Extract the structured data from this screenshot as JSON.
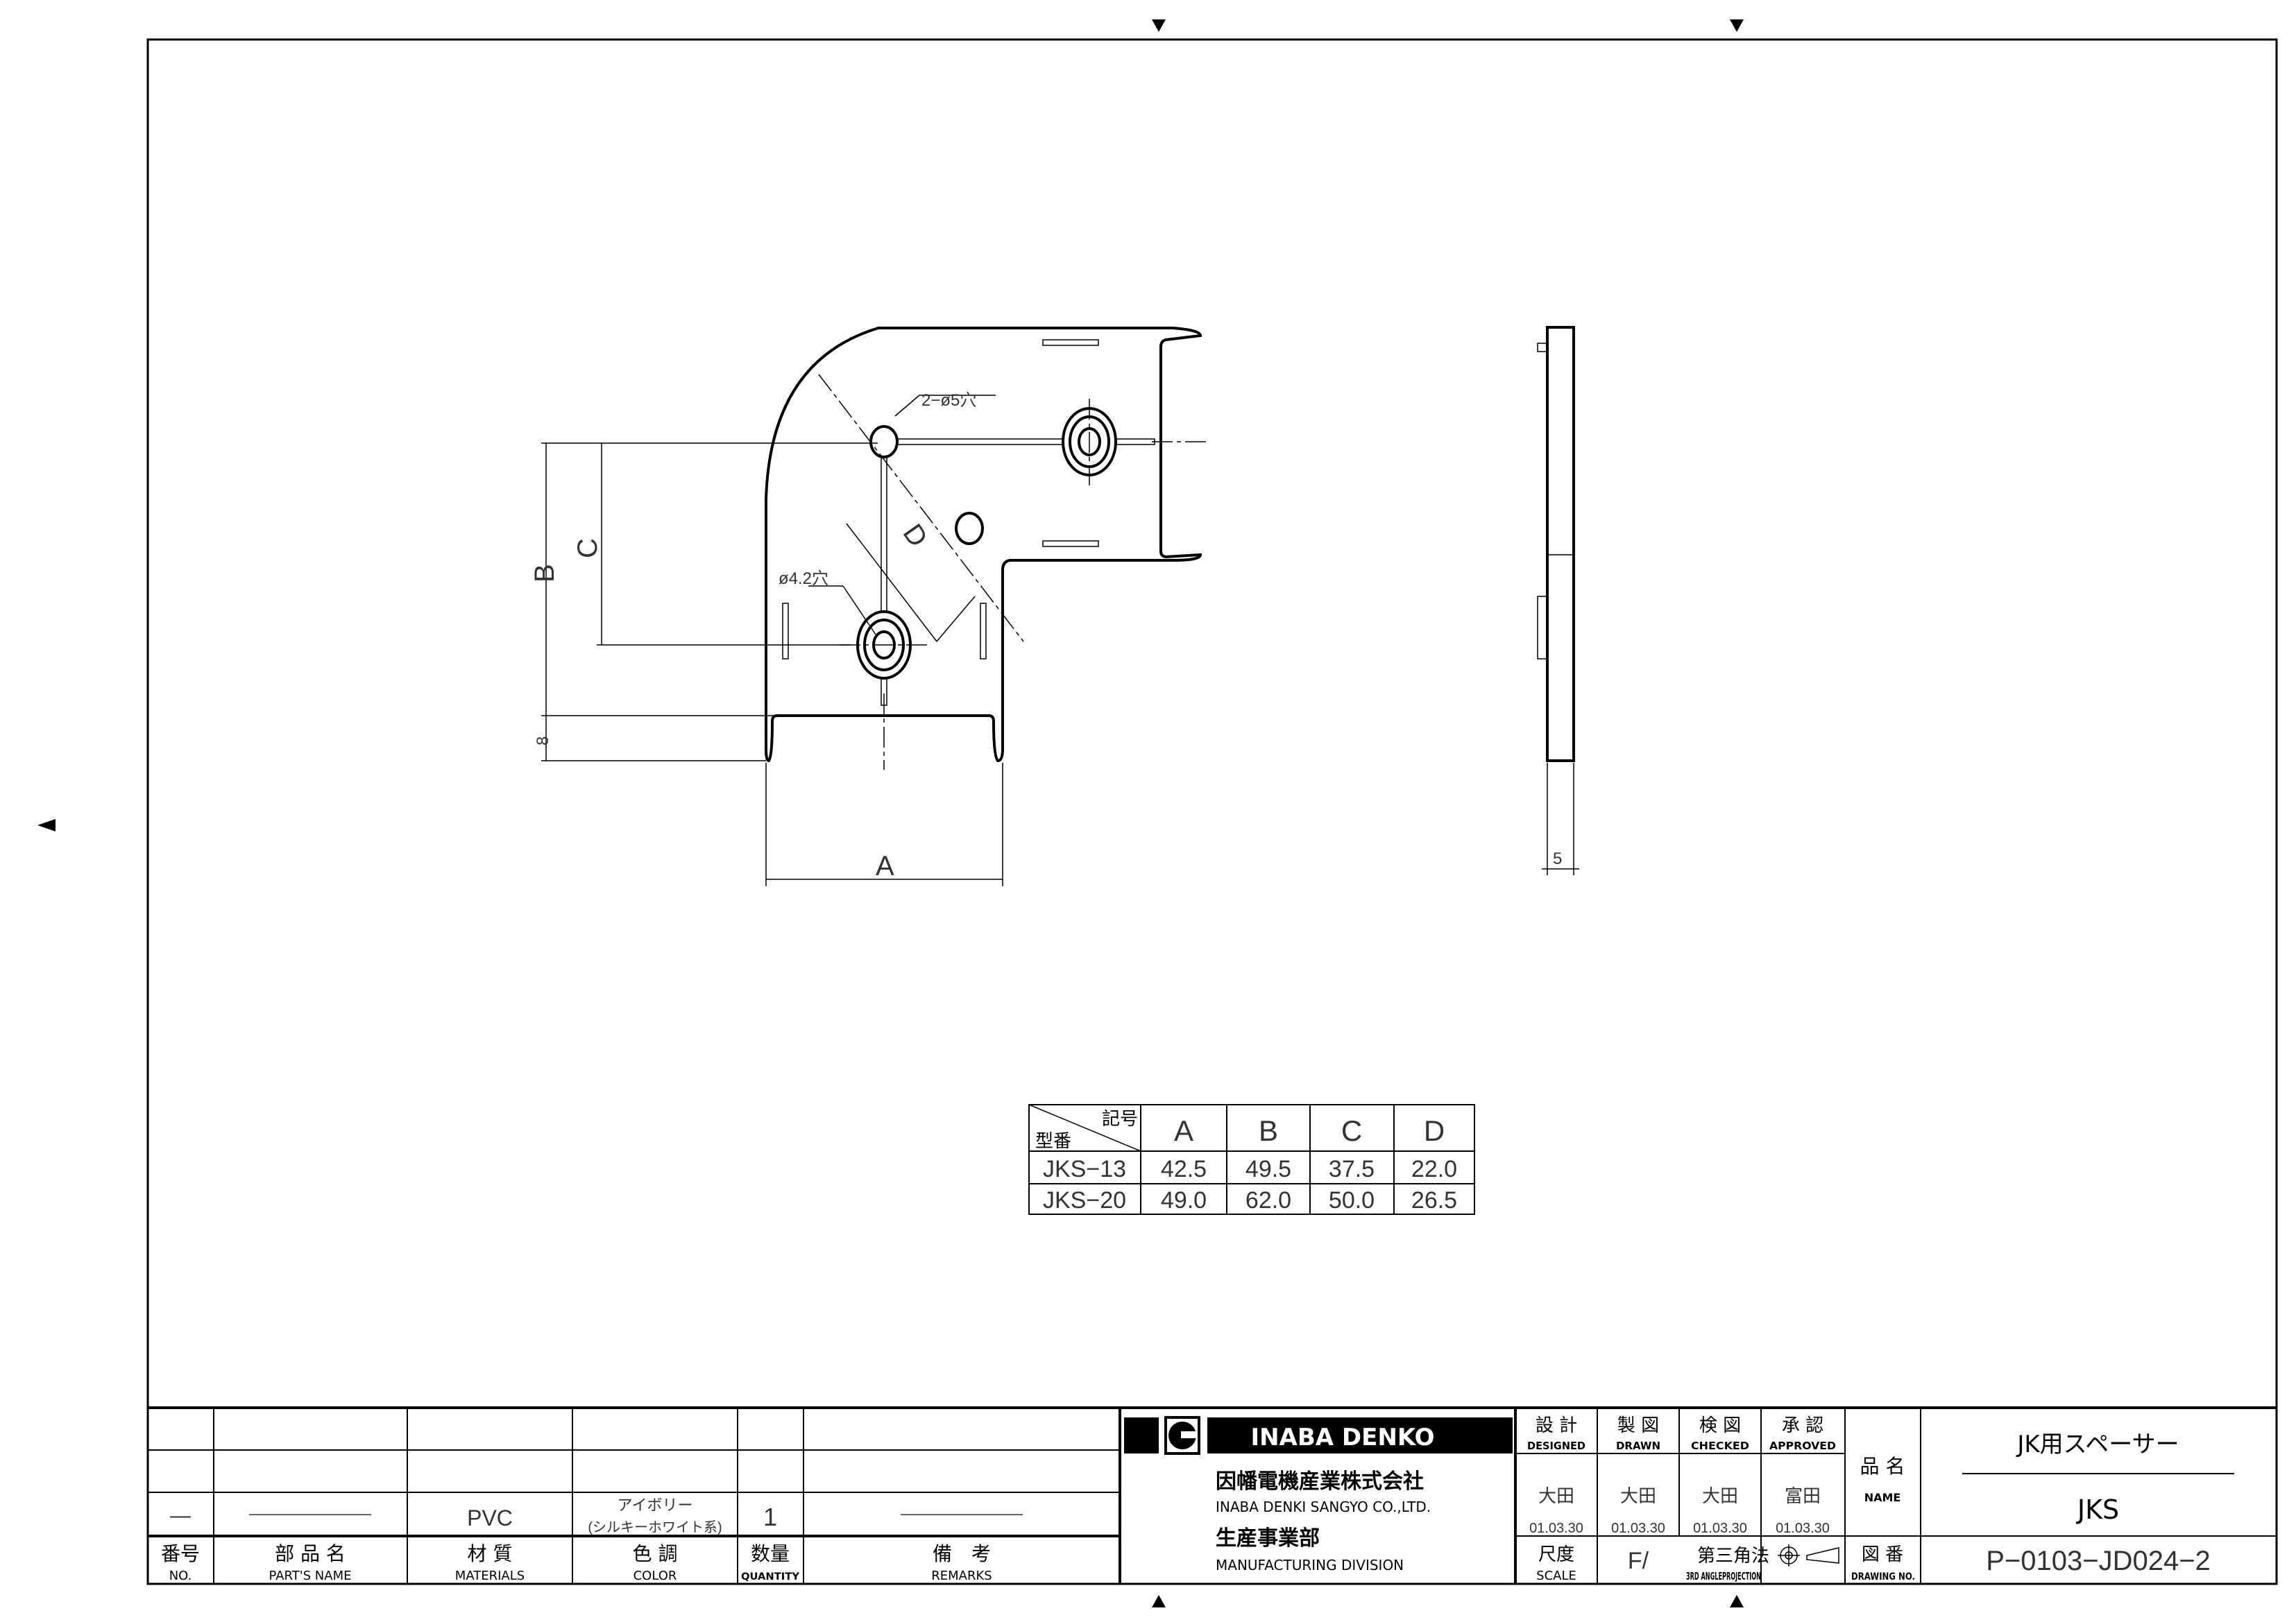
{
  "drawing": {
    "dimension_labels": {
      "A": "A",
      "B": "B",
      "C": "C",
      "D": "D",
      "eight": "8",
      "five": "5"
    },
    "hole_callouts": {
      "hole_5": "2−ø5穴",
      "hole_4_2": "ø4.2穴"
    }
  },
  "spec_table": {
    "corner_top": "記号",
    "corner_bottom": "型番",
    "headers": [
      "A",
      "B",
      "C",
      "D"
    ],
    "rows": [
      {
        "model": "JKS−13",
        "values": [
          "42.5",
          "49.5",
          "37.5",
          "22.0"
        ]
      },
      {
        "model": "JKS−20",
        "values": [
          "49.0",
          "62.0",
          "50.0",
          "26.5"
        ]
      }
    ]
  },
  "parts_list": {
    "row": {
      "no": "—",
      "part_name": "————————",
      "material": "PVC",
      "color_line1": "アイボリー",
      "color_line2": "(シルキーホワイト系)",
      "quantity": "1",
      "remarks": "————————"
    },
    "headers": [
      {
        "jp": "番号",
        "en": "NO."
      },
      {
        "jp": "部 品 名",
        "en": "PART'S NAME"
      },
      {
        "jp": "材 質",
        "en": "MATERIALS"
      },
      {
        "jp": "色 調",
        "en": "COLOR"
      },
      {
        "jp": "数量",
        "en": "QUANTITY"
      },
      {
        "jp": "備　考",
        "en": "REMARKS"
      }
    ]
  },
  "company": {
    "logo_text": "INABA DENKO",
    "name_jp": "因幡電機産業株式会社",
    "name_en": "INABA DENKI SANGYO CO.,LTD.",
    "division_jp": "生産事業部",
    "division_en": "MANUFACTURING DIVISION"
  },
  "approvals": [
    {
      "jp": "設 計",
      "en": "DESIGNED",
      "name": "大田",
      "date": "01.03.30"
    },
    {
      "jp": "製 図",
      "en": "DRAWN",
      "name": "大田",
      "date": "01.03.30"
    },
    {
      "jp": "検 図",
      "en": "CHECKED",
      "name": "大田",
      "date": "01.03.30"
    },
    {
      "jp": "承 認",
      "en": "APPROVED",
      "name": "富田",
      "date": "01.03.30"
    }
  ],
  "scale": {
    "jp": "尺度",
    "en": "SCALE",
    "value": "F/"
  },
  "projection": {
    "jp": "第三角法",
    "en": "3RD ANGLEPROJECTION"
  },
  "name_field": {
    "jp": "品 名",
    "en": "NAME",
    "title_jp": "JK用スペーサー",
    "title_code": "JKS"
  },
  "drawing_no": {
    "jp": "図 番",
    "en": "DRAWING NO.",
    "value": "P−0103−JD024−2"
  }
}
